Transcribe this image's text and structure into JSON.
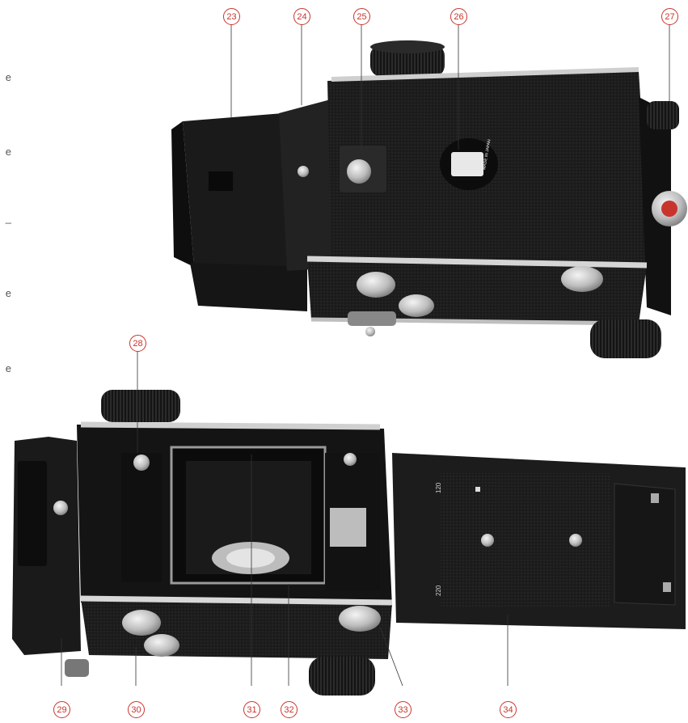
{
  "callouts": [
    "23",
    "24",
    "25",
    "26",
    "27",
    "28",
    "29",
    "30",
    "31",
    "32",
    "33",
    "34"
  ],
  "left_margin_text": [
    "e",
    "e",
    "_",
    "e",
    "e"
  ],
  "counter_plate_text": "MADE IN JAPAN",
  "pressure_plate_marks": [
    "120",
    "220"
  ],
  "colors": {
    "callout": "#c8342c",
    "camera_body": "#1c1c1c",
    "chrome": "#cfcfcf",
    "background": "#ffffff"
  }
}
